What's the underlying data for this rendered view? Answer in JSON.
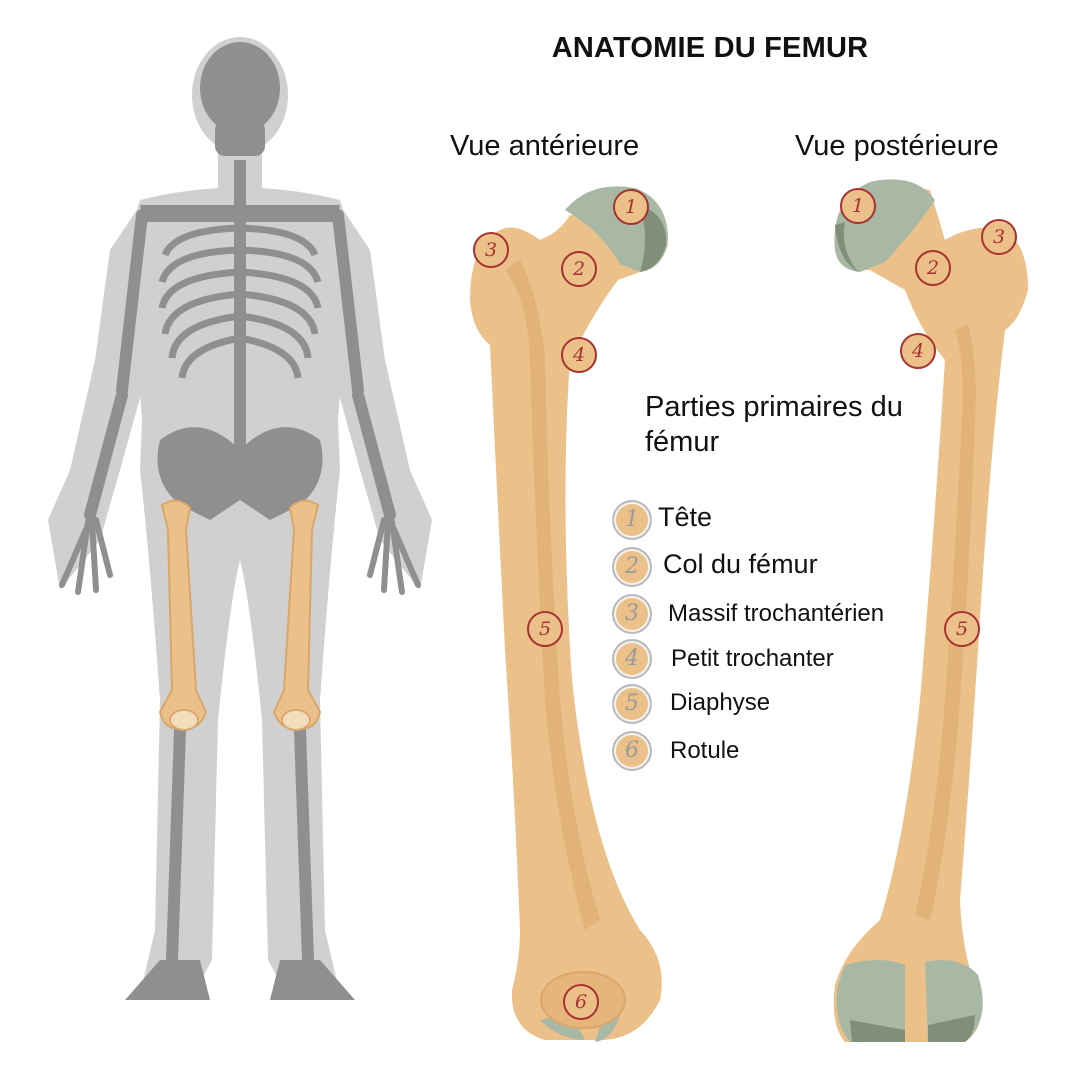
{
  "title": "ANATOMIE DU FEMUR",
  "views": {
    "anterior": "Vue antérieure",
    "posterior": "Vue postérieure"
  },
  "legend": {
    "title": "Parties primaires du fémur",
    "items": [
      {
        "number": "1",
        "label": "Tête"
      },
      {
        "number": "2",
        "label": "Col du fémur"
      },
      {
        "number": "3",
        "label": "Massif trochantérien"
      },
      {
        "number": "4",
        "label": "Petit trochanter"
      },
      {
        "number": "5",
        "label": "Diaphyse"
      },
      {
        "number": "6",
        "label": "Rotule"
      }
    ]
  },
  "markers": {
    "anterior": [
      "1",
      "3",
      "2",
      "4",
      "5",
      "6"
    ],
    "posterior": [
      "1",
      "3",
      "2",
      "4",
      "5"
    ]
  },
  "colors": {
    "bone": "#ebc089",
    "bone_shadow": "#d9a66c",
    "cartilage": "#a9b8a4",
    "cartilage_dark": "#7f8f7c",
    "body_silhouette": "#cfcfcf",
    "skeleton": "#8f8f8f",
    "marker_red": "#a83232"
  }
}
